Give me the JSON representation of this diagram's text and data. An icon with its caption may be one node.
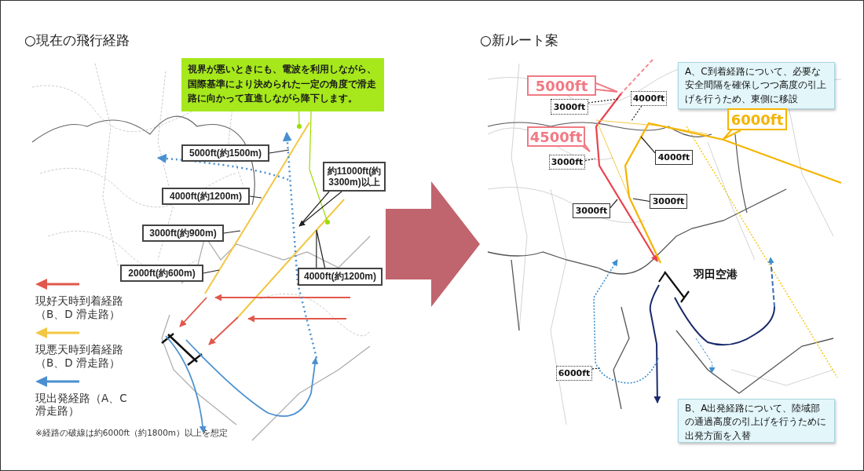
{
  "diagram": {
    "nodes": [
      {
        "text": [
          "○現在の飛行経路"
        ]
      },
      {
        "text": [
          "視界が悪いときにも、電波を利用しながら、国際基準により決められた一定の角度で滑走路に向かって直進しながら降下します。"
        ],
        "in": 0
      },
      {
        "text": [
          "5000ft(約1500m)"
        ],
        "in": 0
      },
      {
        "text": [
          "約11000ft(約3300m)以上"
        ],
        "in": 0
      },
      {
        "text": [
          "4000ft(約1200m)"
        ],
        "in": 0
      },
      {
        "text": [
          "3000ft(約900m)"
        ],
        "in": 0
      },
      {
        "text": [
          "2000ft(約600m)"
        ],
        "in": 0
      },
      {
        "text": [
          "4000ft(約1200m)"
        ],
        "in": 0
      },
      {
        "text": [
          "○新ルート案"
        ]
      },
      {
        "text": [
          "5000ft"
        ],
        "in": 8
      },
      {
        "text": [
          "3000ft"
        ],
        "in": 8
      },
      {
        "text": [
          "4000ft"
        ],
        "in": 8
      },
      {
        "text": [
          "A、C到着経路について、必要な安全間隔を確保しつつ高度の引上げを行うため、東側に移設"
        ],
        "in": 8
      },
      {
        "text": [
          "4500ft"
        ],
        "in": 8
      },
      {
        "text": [
          "3000ft"
        ],
        "in": 8
      },
      {
        "text": [
          "6000ft"
        ],
        "in": 8
      },
      {
        "text": [
          "4000ft"
        ],
        "in": 8
      },
      {
        "text": [
          "3000ft"
        ],
        "in": 8
      },
      {
        "text": [
          "3000ft"
        ],
        "in": 8
      },
      {
        "text": [
          "羽田空港"
        ],
        "in": 8
      },
      {
        "text": [
          "6000ft"
        ],
        "in": 8
      },
      {
        "text": [
          "B、A出発経路について、陸域部の通過高度の引上げを行うために出発方面を入替"
        ],
        "in": 8
      }
    ],
    "edges": [
      {
        "from": 0,
        "to": 8,
        "arrow": "to",
        "style": "thick",
        "color": "#c0646e"
      },
      {
        "from": 1,
        "to": null,
        "arrow": "other",
        "color": "#99dd00"
      },
      {
        "from": 1,
        "to": null,
        "arrow": "other",
        "color": "#99dd00"
      },
      {
        "from": 2,
        "to": null,
        "arrow": "none"
      },
      {
        "from": 3,
        "to": null,
        "arrow": "to"
      },
      {
        "from": 4,
        "to": null,
        "arrow": "none"
      },
      {
        "from": 5,
        "to": null,
        "arrow": "none"
      },
      {
        "from": 6,
        "to": null,
        "arrow": "none"
      },
      {
        "from": 7,
        "to": null,
        "arrow": "none"
      },
      {
        "from": 10,
        "to": null,
        "arrow": "none",
        "style": "dashed"
      },
      {
        "from": 11,
        "to": null,
        "arrow": "none",
        "style": "dashed"
      },
      {
        "from": 14,
        "to": null,
        "arrow": "none",
        "style": "dashed"
      },
      {
        "from": 16,
        "to": null,
        "arrow": "none"
      },
      {
        "from": 17,
        "to": null,
        "arrow": "none"
      },
      {
        "from": 18,
        "to": null,
        "arrow": "none"
      },
      {
        "from": 20,
        "to": null,
        "arrow": "none",
        "style": "dashed"
      }
    ],
    "labels": [
      "※経路の破線は約6000ft（約1800m）以上を想定"
    ],
    "legend": [
      {
        "text": "現好天時到着経路（B、D 滑走路）"
      },
      {
        "text": "現悪天時到着経路（B、D 滑走路）"
      },
      {
        "text": "現出発経路（A、C 滑走路）"
      }
    ]
  }
}
